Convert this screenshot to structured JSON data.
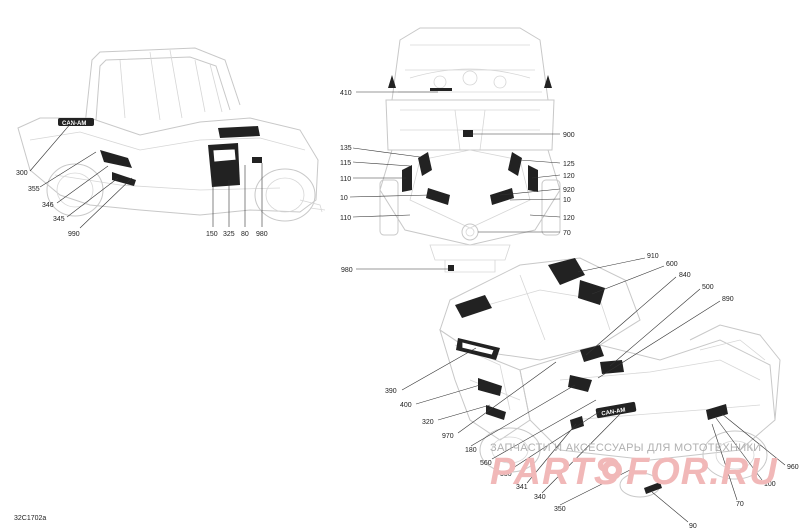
{
  "figure_code": "32C1702a",
  "watermark": {
    "tagline": "ЗАПЧАСТИ И АКСЕССУАРЫ ДЛЯ МОТОТЕХНИКИ",
    "site_left": "PARTS",
    "site_right": "FOR.RU"
  },
  "brand_decal": "CAN-AM",
  "callouts": {
    "side_view": [
      {
        "id": "c300",
        "text": "300"
      },
      {
        "id": "c355",
        "text": "355"
      },
      {
        "id": "c346",
        "text": "346"
      },
      {
        "id": "c345",
        "text": "345"
      },
      {
        "id": "c990",
        "text": "990"
      },
      {
        "id": "c150",
        "text": "150"
      },
      {
        "id": "c325",
        "text": "325"
      },
      {
        "id": "c80",
        "text": "80"
      },
      {
        "id": "c980",
        "text": "980"
      }
    ],
    "front_view": [
      {
        "id": "c410",
        "text": "410"
      },
      {
        "id": "c135",
        "text": "135"
      },
      {
        "id": "c115",
        "text": "115"
      },
      {
        "id": "c110a",
        "text": "110"
      },
      {
        "id": "c10a",
        "text": "10"
      },
      {
        "id": "c110b",
        "text": "110"
      },
      {
        "id": "c900",
        "text": "900"
      },
      {
        "id": "c125",
        "text": "125"
      },
      {
        "id": "c120a",
        "text": "120"
      },
      {
        "id": "c920",
        "text": "920"
      },
      {
        "id": "c10b",
        "text": "10"
      },
      {
        "id": "c120b",
        "text": "120"
      },
      {
        "id": "c70a",
        "text": "70"
      },
      {
        "id": "c980b",
        "text": "980"
      }
    ],
    "iso_view": [
      {
        "id": "c910",
        "text": "910"
      },
      {
        "id": "c600",
        "text": "600"
      },
      {
        "id": "c840",
        "text": "840"
      },
      {
        "id": "c500",
        "text": "500"
      },
      {
        "id": "c890",
        "text": "890"
      },
      {
        "id": "c390",
        "text": "390"
      },
      {
        "id": "c400",
        "text": "400"
      },
      {
        "id": "c320",
        "text": "320"
      },
      {
        "id": "c970",
        "text": "970"
      },
      {
        "id": "c180",
        "text": "180"
      },
      {
        "id": "c560",
        "text": "560"
      },
      {
        "id": "c550",
        "text": "550"
      },
      {
        "id": "c341",
        "text": "341"
      },
      {
        "id": "c340",
        "text": "340"
      },
      {
        "id": "c350",
        "text": "350"
      },
      {
        "id": "c960",
        "text": "960"
      },
      {
        "id": "c100",
        "text": "100"
      },
      {
        "id": "c70b",
        "text": "70"
      },
      {
        "id": "c90",
        "text": "90"
      }
    ]
  }
}
